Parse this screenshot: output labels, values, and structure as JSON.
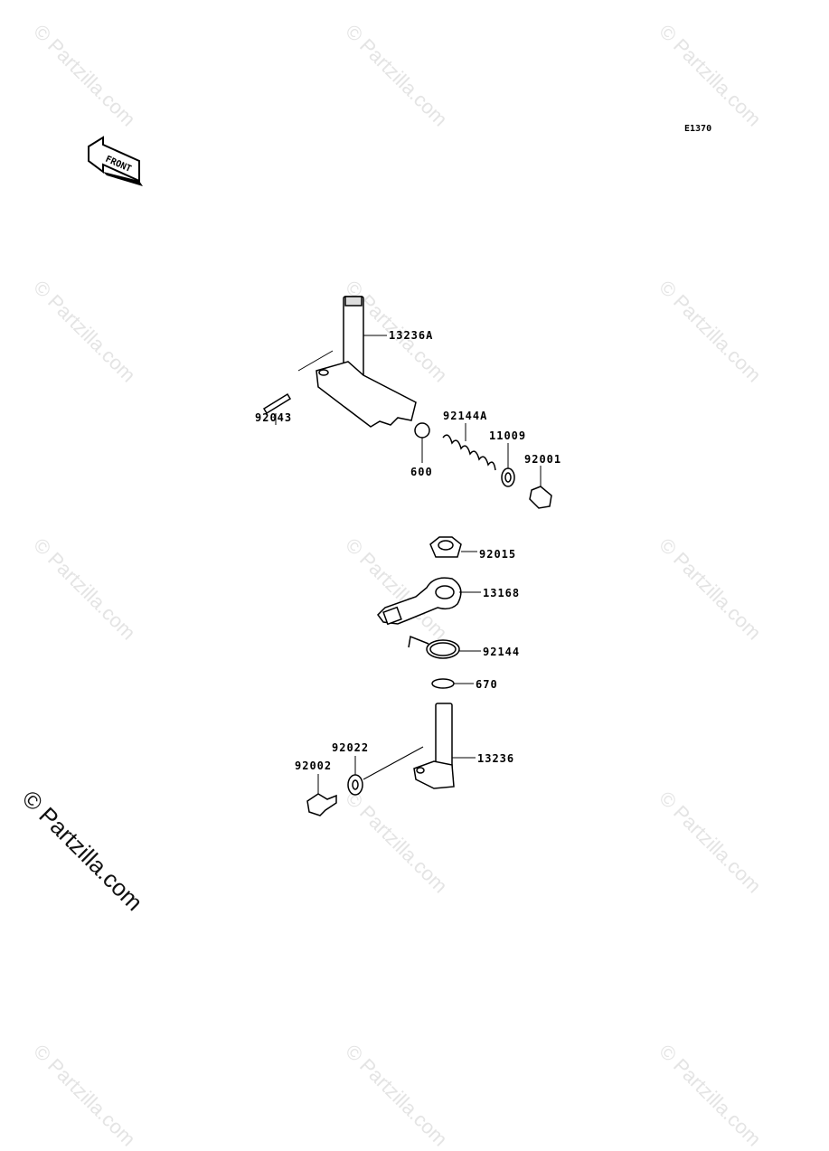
{
  "watermark": {
    "text": "© Partzilla.com",
    "bottom_text": "© Partzilla.com"
  },
  "diagram_code": "E1370",
  "front_label": "FRONT",
  "parts": [
    {
      "label": "13236A"
    },
    {
      "label": "92043"
    },
    {
      "label": "92144A"
    },
    {
      "label": "11009"
    },
    {
      "label": "92001"
    },
    {
      "label": "600"
    },
    {
      "label": "92015"
    },
    {
      "label": "13168"
    },
    {
      "label": "92144"
    },
    {
      "label": "670"
    },
    {
      "label": "92022"
    },
    {
      "label": "92002"
    },
    {
      "label": "13236"
    }
  ]
}
